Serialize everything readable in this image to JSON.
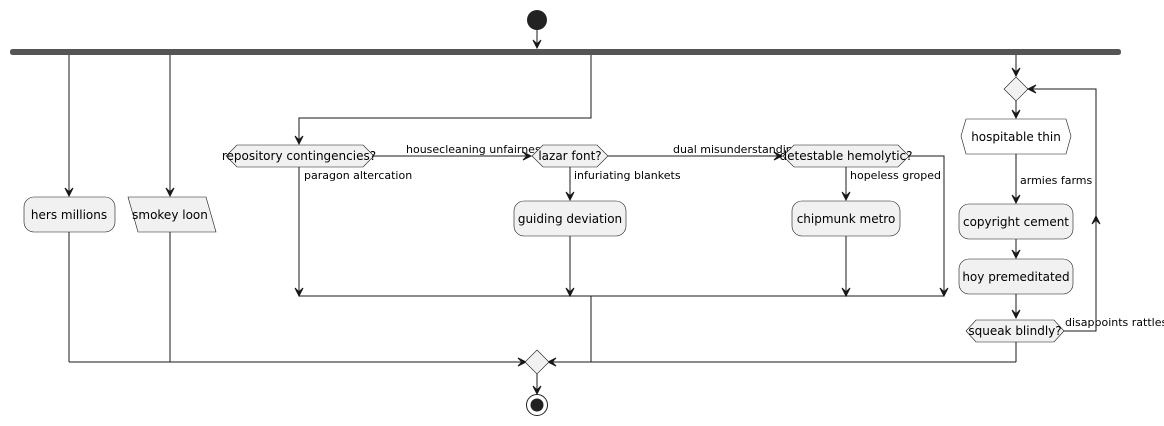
{
  "nodes": {
    "hers_millions": "hers millions",
    "smokey_loon": "smokey loon",
    "repository": "repository contingencies?",
    "lazar": "lazar font?",
    "detestable": "detestable hemolytic?",
    "guiding": "guiding deviation",
    "chipmunk": "chipmunk metro",
    "hospitable": "hospitable thin",
    "copyright": "copyright cement",
    "hoy": "hoy premeditated",
    "squeak": "squeak blindly?"
  },
  "edges": {
    "housecleaning": "housecleaning unfairness",
    "paragon": "paragon altercation",
    "infuriating": "infuriating blankets",
    "dual": "dual misunderstanding",
    "hopeless": "hopeless groped",
    "armies": "armies farms",
    "disappoints": "disappoints rattles"
  },
  "colors": {
    "fill": "#f1f1f1",
    "stroke": "#181818",
    "bar": "#555555"
  }
}
